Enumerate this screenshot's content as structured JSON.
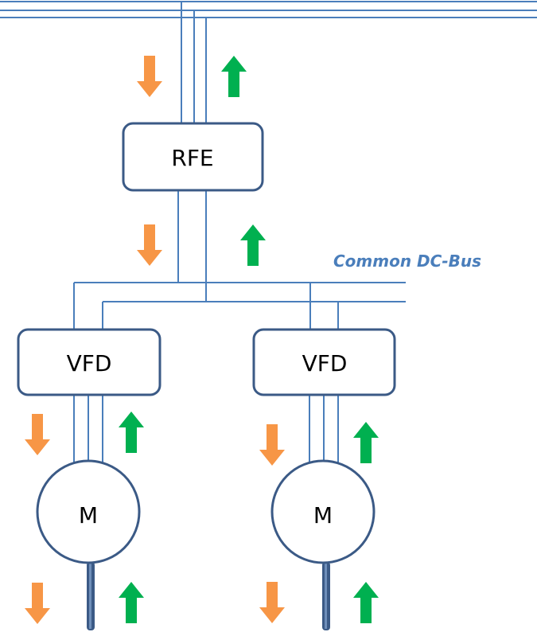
{
  "diagram": {
    "rfe_label": "RFE",
    "vfd1_label": "VFD",
    "vfd2_label": "VFD",
    "motor1_label": "M",
    "motor2_label": "M",
    "bus_label": "Common DC-Bus"
  },
  "colors": {
    "wire": "#4a7ebb",
    "box_stroke": "#3b5a86",
    "arrow_down": "#f79646",
    "arrow_up": "#00b050",
    "bus_label": "#4a7ebb",
    "shaft": "#3b5a86"
  }
}
